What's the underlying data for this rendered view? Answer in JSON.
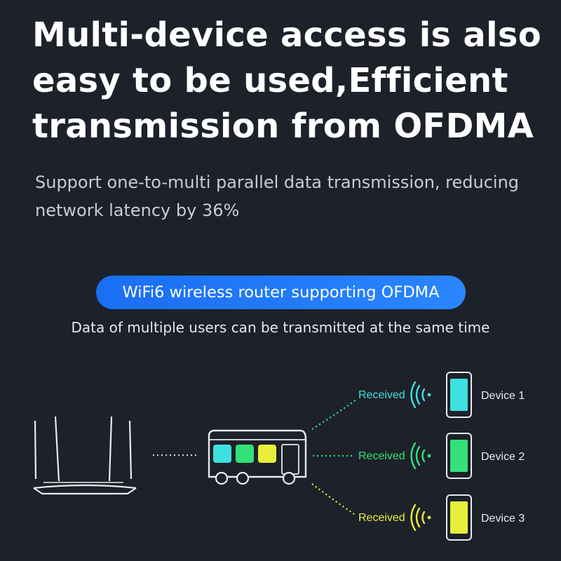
{
  "headline": {
    "line1": "Multi-device access is also",
    "line2": "easy to be used,Efficient",
    "line3": "transmission from OFDMA"
  },
  "subtitle": {
    "line1": "Support one-to-multi parallel data transmission, reducing",
    "line2": "network latency by 36%"
  },
  "pill_label": "WiFi6 wireless router supporting OFDMA",
  "caption": "Data of multiple users can be transmitted at the same time",
  "devices": [
    {
      "status": "Received",
      "name": "Device 1",
      "color": "#3fe0e0"
    },
    {
      "status": "Received",
      "name": "Device 2",
      "color": "#35e07a"
    },
    {
      "status": "Received",
      "name": "Device 3",
      "color": "#e8ef3a"
    }
  ],
  "colors": {
    "background": "#1d2129",
    "pill": "#1a6ef2",
    "router_outline": "#e8eaed"
  },
  "icons": [
    "router-icon",
    "bus-icon",
    "wifi-signal-icon",
    "smartphone-icon"
  ]
}
